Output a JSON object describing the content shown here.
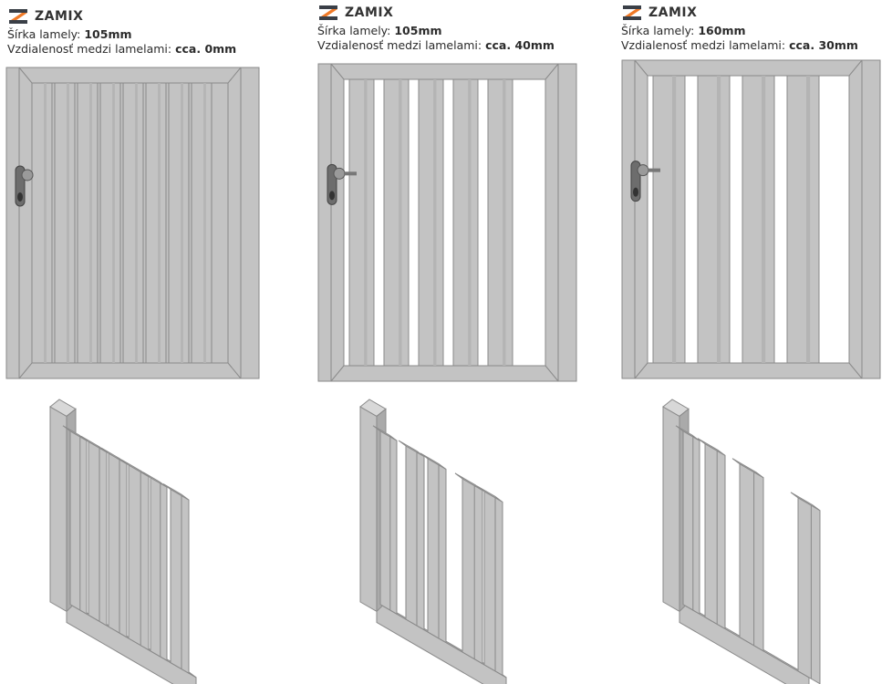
{
  "brand": "ZAMIX",
  "colors": {
    "accent": "#f07a28",
    "dark": "#3a3f47",
    "metal": "#c3c3c3",
    "edge": "#8a8a8a"
  },
  "variants": [
    {
      "width_label": "Šírka lamely:",
      "width_value": "105mm",
      "gap_label": "Vzdialenosť medzi lamelami:",
      "gap_value": "cca. 0mm"
    },
    {
      "width_label": "Šírka lamely:",
      "width_value": "105mm",
      "gap_label": "Vzdialenosť medzi lamelami:",
      "gap_value": "cca. 40mm"
    },
    {
      "width_label": "Šírka lamely:",
      "width_value": "160mm",
      "gap_label": "Vzdialenosť medzi lamelami:",
      "gap_value": "cca. 30mm"
    }
  ]
}
